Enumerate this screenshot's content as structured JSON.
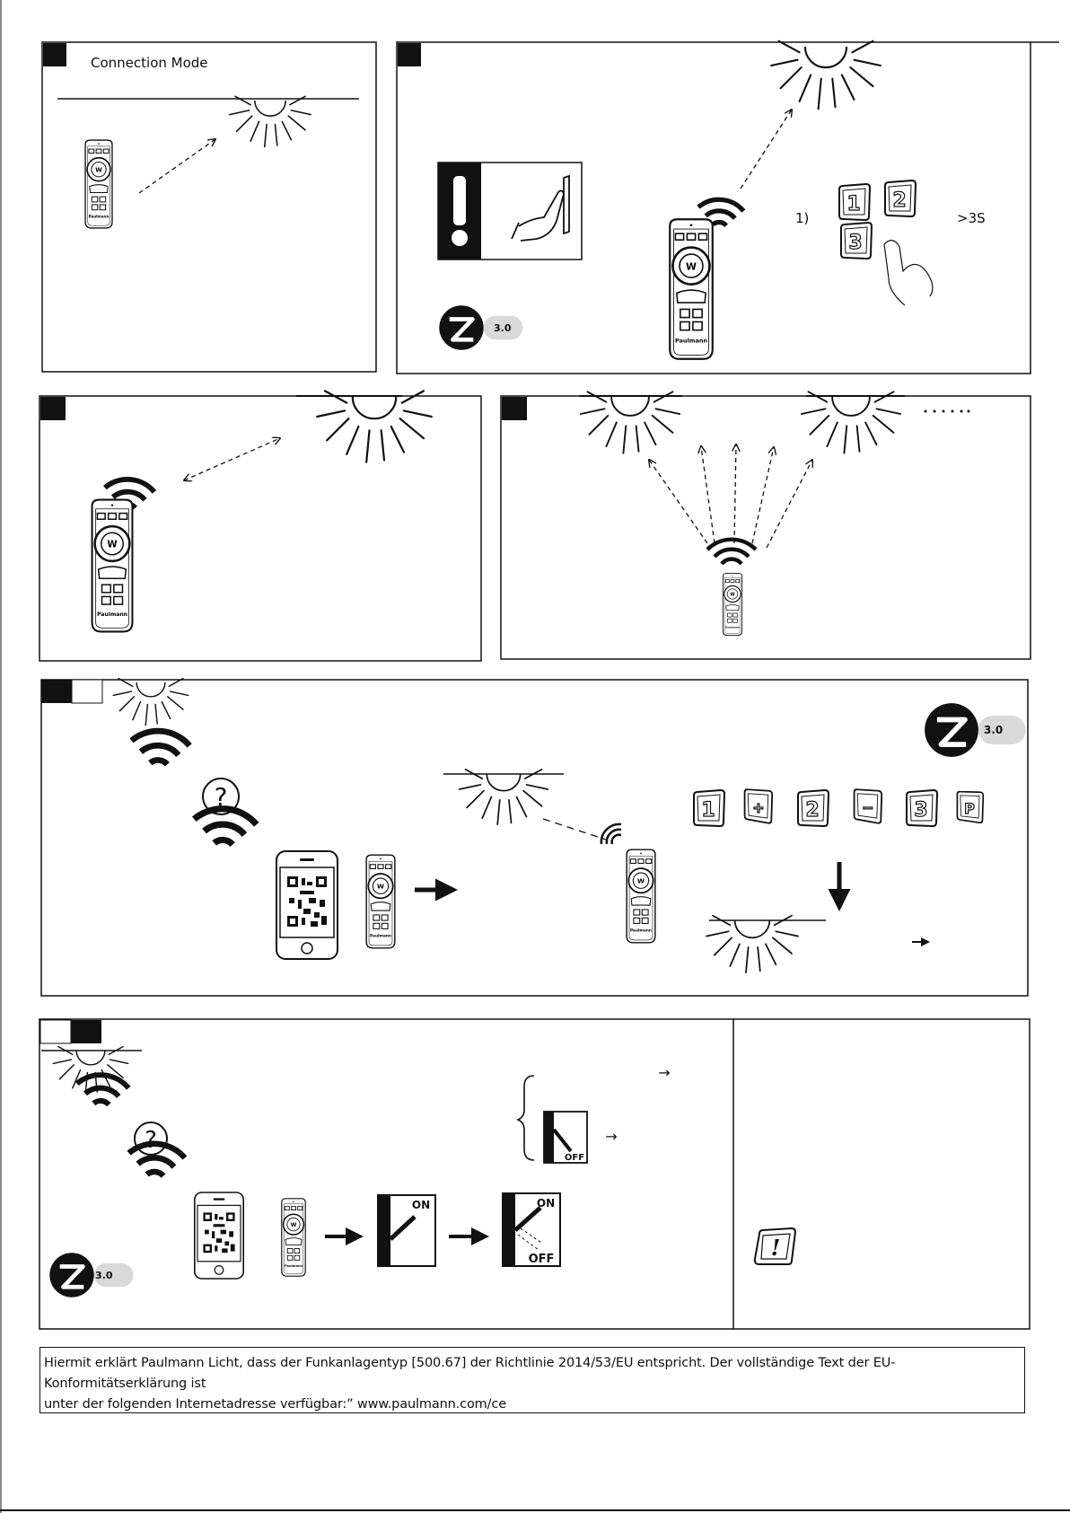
{
  "panel1": {
    "title": "Connection Mode"
  },
  "panel2": {
    "step": "1)",
    "hold_time": ">3S",
    "keys": [
      "1",
      "2",
      "3"
    ],
    "badge": "3.0"
  },
  "panel5": {
    "badge": "3.0",
    "keys": [
      "1",
      "+",
      "2",
      "−",
      "3",
      "P"
    ]
  },
  "panel6": {
    "badge": "3.0",
    "switch_on": "ON",
    "switch_off": "OFF",
    "arrow": "→",
    "warning_key": "!"
  },
  "footer": {
    "line1": "Hiermit erklärt Paulmann Licht, dass der Funkanlagentyp [500.67] der Richtlinie 2014/53/EU entspricht. Der vollständige Text der EU-Konformitätserklärung ist",
    "line2": "unter der folgenden Internetadresse verfügbar:” www.paulmann.com/ce"
  },
  "icons": [
    "lamp-icon",
    "remote-control-icon",
    "wireless-signal-icon",
    "warning-icon",
    "hand-press-icon",
    "zigbee-logo-icon",
    "smartphone-qr-icon",
    "question-icon",
    "wall-switch-icon",
    "arrow-icon"
  ]
}
